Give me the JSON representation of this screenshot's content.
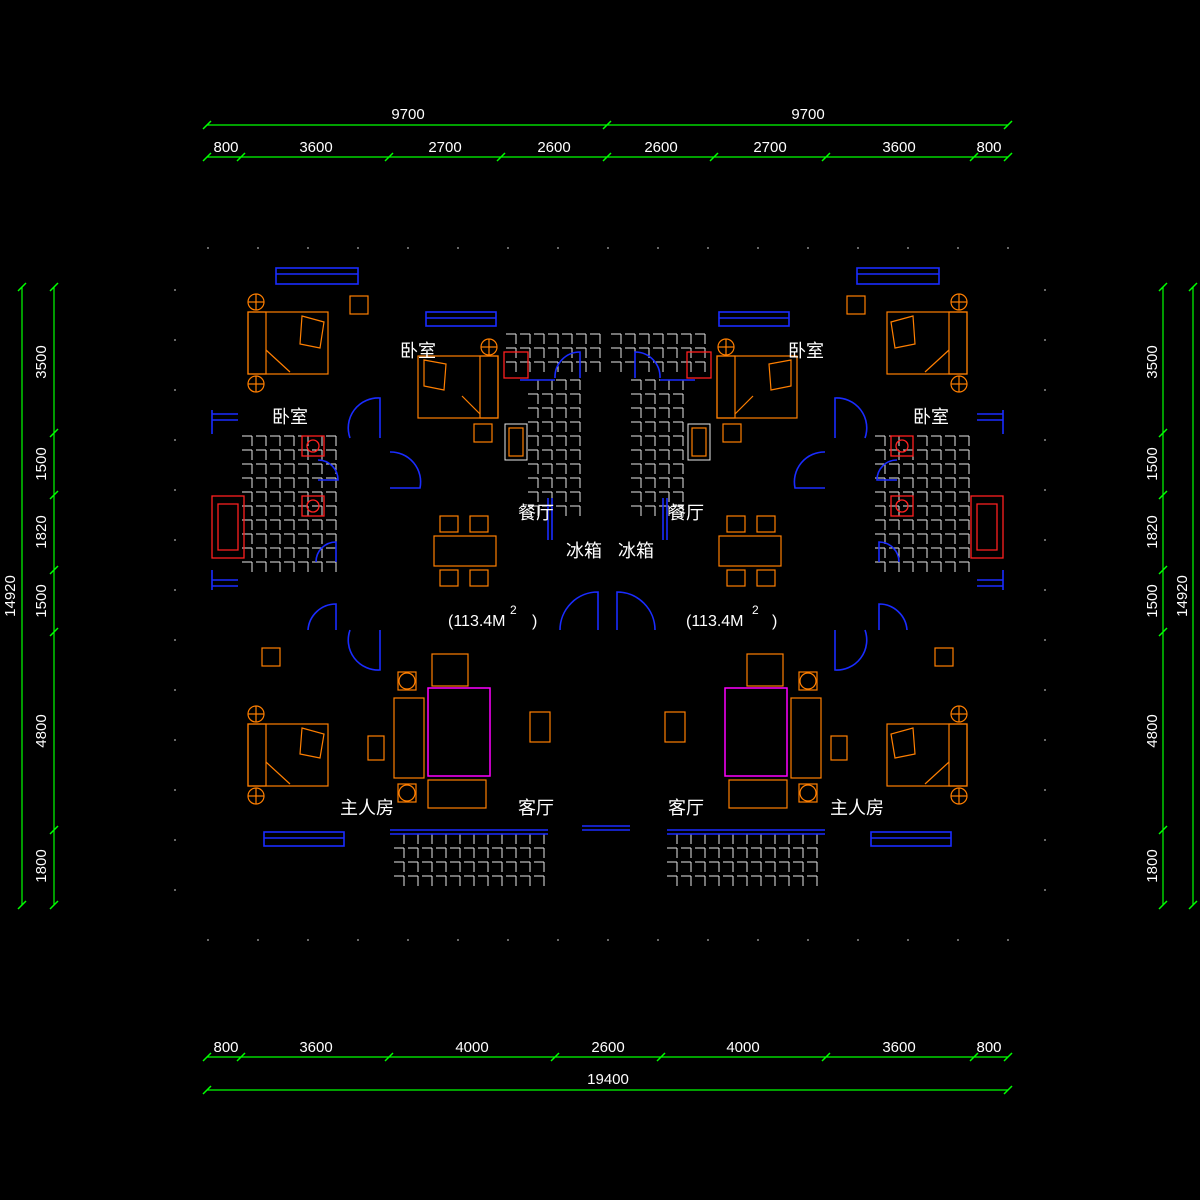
{
  "dimensions": {
    "top_total": [
      "9700",
      "9700"
    ],
    "top_segments": [
      "800",
      "3600",
      "2700",
      "2600",
      "2600",
      "2700",
      "3600",
      "800"
    ],
    "bottom_segments": [
      "800",
      "3600",
      "4000",
      "2600",
      "4000",
      "3600",
      "800"
    ],
    "bottom_total": "19400",
    "left_segments": [
      "3500",
      "1500",
      "1820",
      "1500",
      "4800",
      "1800"
    ],
    "left_total": "14920",
    "right_segments": [
      "3500",
      "1500",
      "1820",
      "1500",
      "4800",
      "1800"
    ],
    "right_total": "14920"
  },
  "rooms": {
    "bedroom_upper_left": "卧室",
    "bedroom_upper_right": "卧室",
    "bedroom_left": "卧室",
    "bedroom_right": "卧室",
    "dining_left": "餐厅",
    "dining_right": "餐厅",
    "fridge_left": "冰箱",
    "fridge_right": "冰箱",
    "master_left": "主人房",
    "master_right": "主人房",
    "living_left": "客厅",
    "living_right": "客厅"
  },
  "areas": {
    "left": "(113.4M",
    "right": "(113.4M",
    "superscript": "2",
    "close": ")"
  },
  "colors": {
    "dimension": "#00ff00",
    "wall": "#1a2cff",
    "furniture": "#ff7f00",
    "fixture": "#ff2020",
    "rug": "#ff00ff",
    "tile": "#e8e8e8",
    "text": "#ffffff",
    "background": "#000000"
  }
}
